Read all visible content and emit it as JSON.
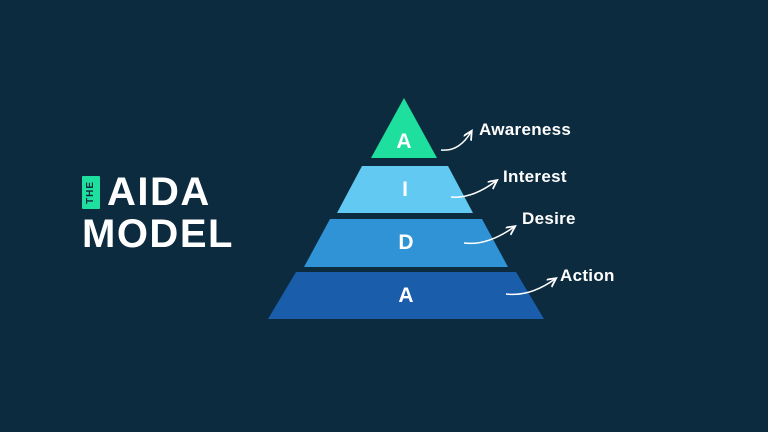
{
  "colors": {
    "background": "#0d2b3e",
    "badge": "#1fdf9f",
    "text": "#ffffff",
    "tiers": [
      "#1fdf9f",
      "#62c9f2",
      "#2f93d6",
      "#1a5dab"
    ]
  },
  "title": {
    "badge": "THE",
    "line1": "AIDA",
    "line2": "MODEL"
  },
  "pyramid": {
    "tiers": [
      {
        "letter": "A",
        "label": "Awareness"
      },
      {
        "letter": "I",
        "label": "Interest"
      },
      {
        "letter": "D",
        "label": "Desire"
      },
      {
        "letter": "A",
        "label": "Action"
      }
    ]
  }
}
